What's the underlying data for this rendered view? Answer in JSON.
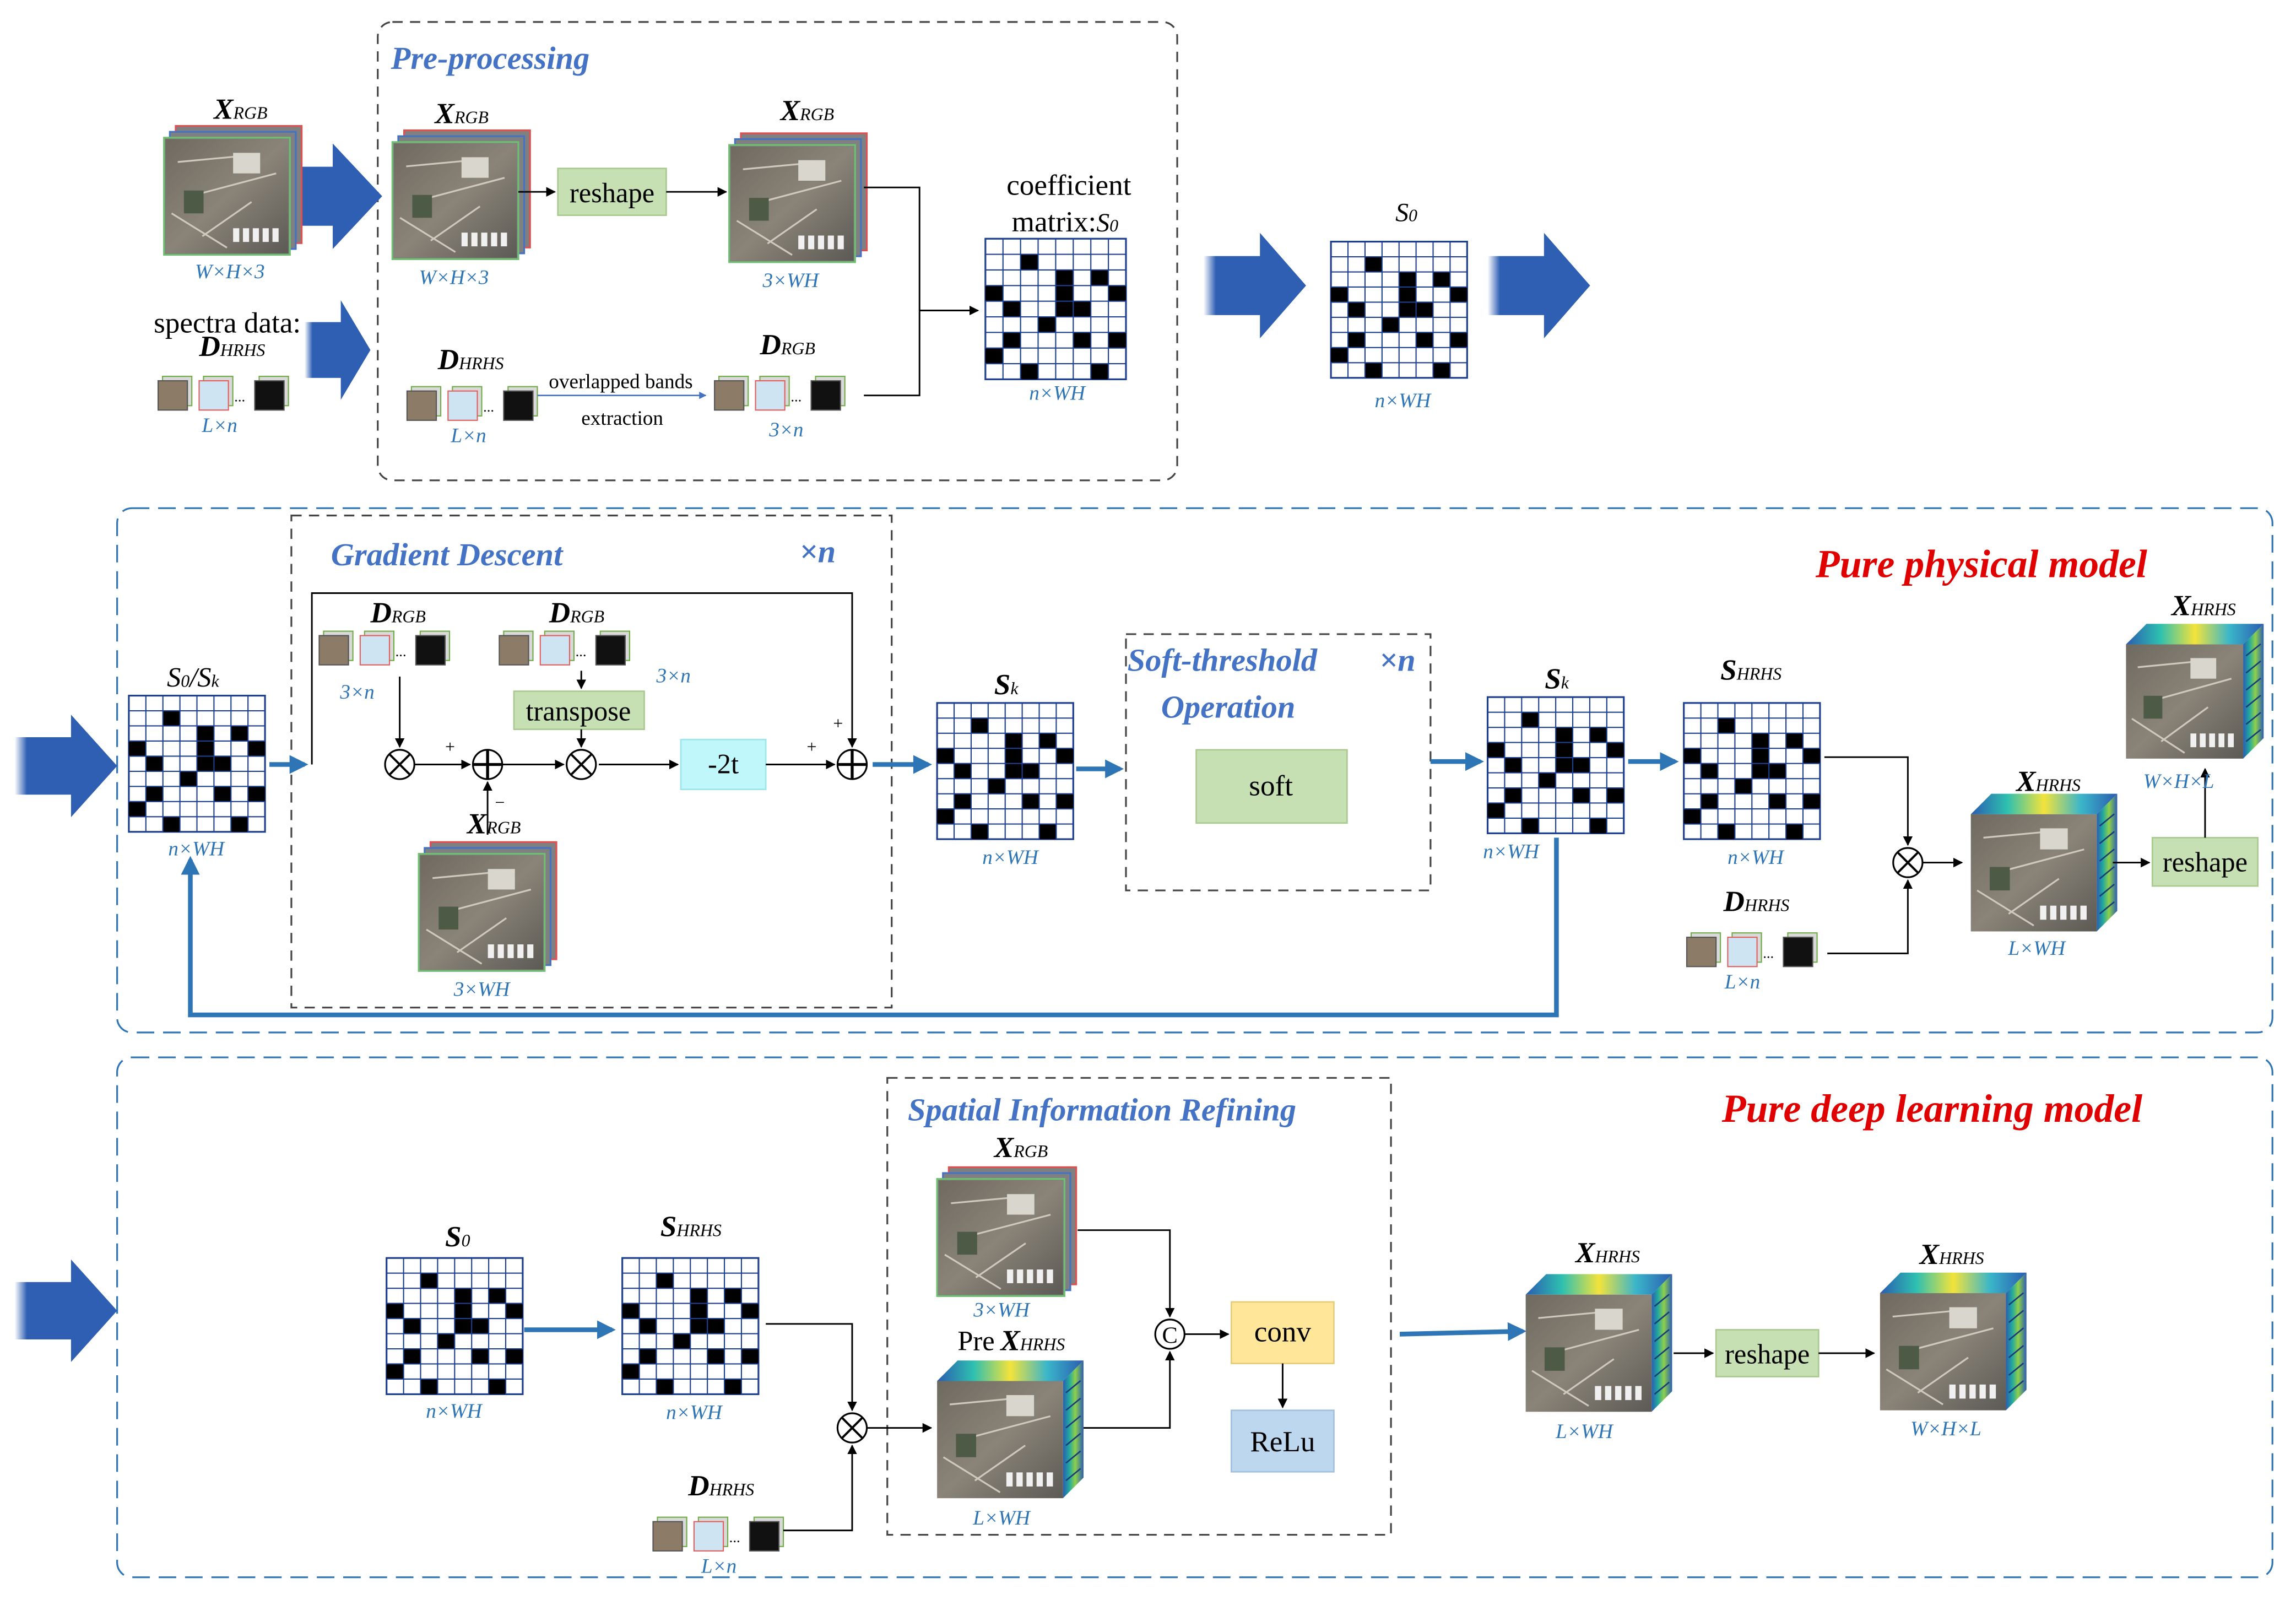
{
  "colors": {
    "accent_blue": "#4472c4",
    "arrow_blue": "#2e75b6",
    "title_red": "#e00000",
    "green_box": "#c6e0b4",
    "cyan_box": "#bff7fb",
    "yellow_box": "#ffe699",
    "blue_box": "#bdd7ee"
  },
  "preprocessing": {
    "title": "Pre-processing",
    "x_sym": "X",
    "x_sub": "RGB",
    "dim_whx3": "W×H×3",
    "spectra_label": "spectra data:",
    "d_sym": "D",
    "d_hrhs_sub": "HRHS",
    "d_rgb_sub": "RGB",
    "dim_lxn": "L×n",
    "reshape": "reshape",
    "dim_3xwh": "3×WH",
    "overlap_1": "overlapped bands",
    "overlap_2": "extraction",
    "dim_3xn": "3×n",
    "coef_1": "coefficient",
    "coef_2": "matrix:",
    "coef_s": "S",
    "coef_s_sub": "0",
    "dim_nxwh": "n×WH",
    "s0_sym": "S",
    "s0_sub": "0",
    "ellipsis": "..."
  },
  "physical": {
    "title": "Pure physical model",
    "gd_title": "Gradient Descent",
    "times_n": "×n",
    "s0sk_1": "S",
    "s0sk_sub1": "0",
    "s0sk_slash": "/S",
    "s0sk_sub2": "k",
    "transpose": "transpose",
    "minus2t": "-2t",
    "plus": "+",
    "minus": "−",
    "soft_title_1": "Soft-threshold",
    "soft_title_2": "Operation",
    "soft": "soft",
    "sk_sym": "S",
    "sk_sub": "k",
    "shrhs_sym": "S",
    "shrhs_sub": "HRHS",
    "xhrhs_sym": "X",
    "xhrhs_sub": "HRHS",
    "dim_lxwh": "L×WH",
    "dim_whxl": "W×H×L",
    "reshape": "reshape"
  },
  "deep": {
    "title": "Pure deep learning model",
    "sir_title": "Spatial Information Refining",
    "pre": "Pre",
    "conv": "conv",
    "relu": "ReLu",
    "concat": "C",
    "reshape": "reshape"
  }
}
